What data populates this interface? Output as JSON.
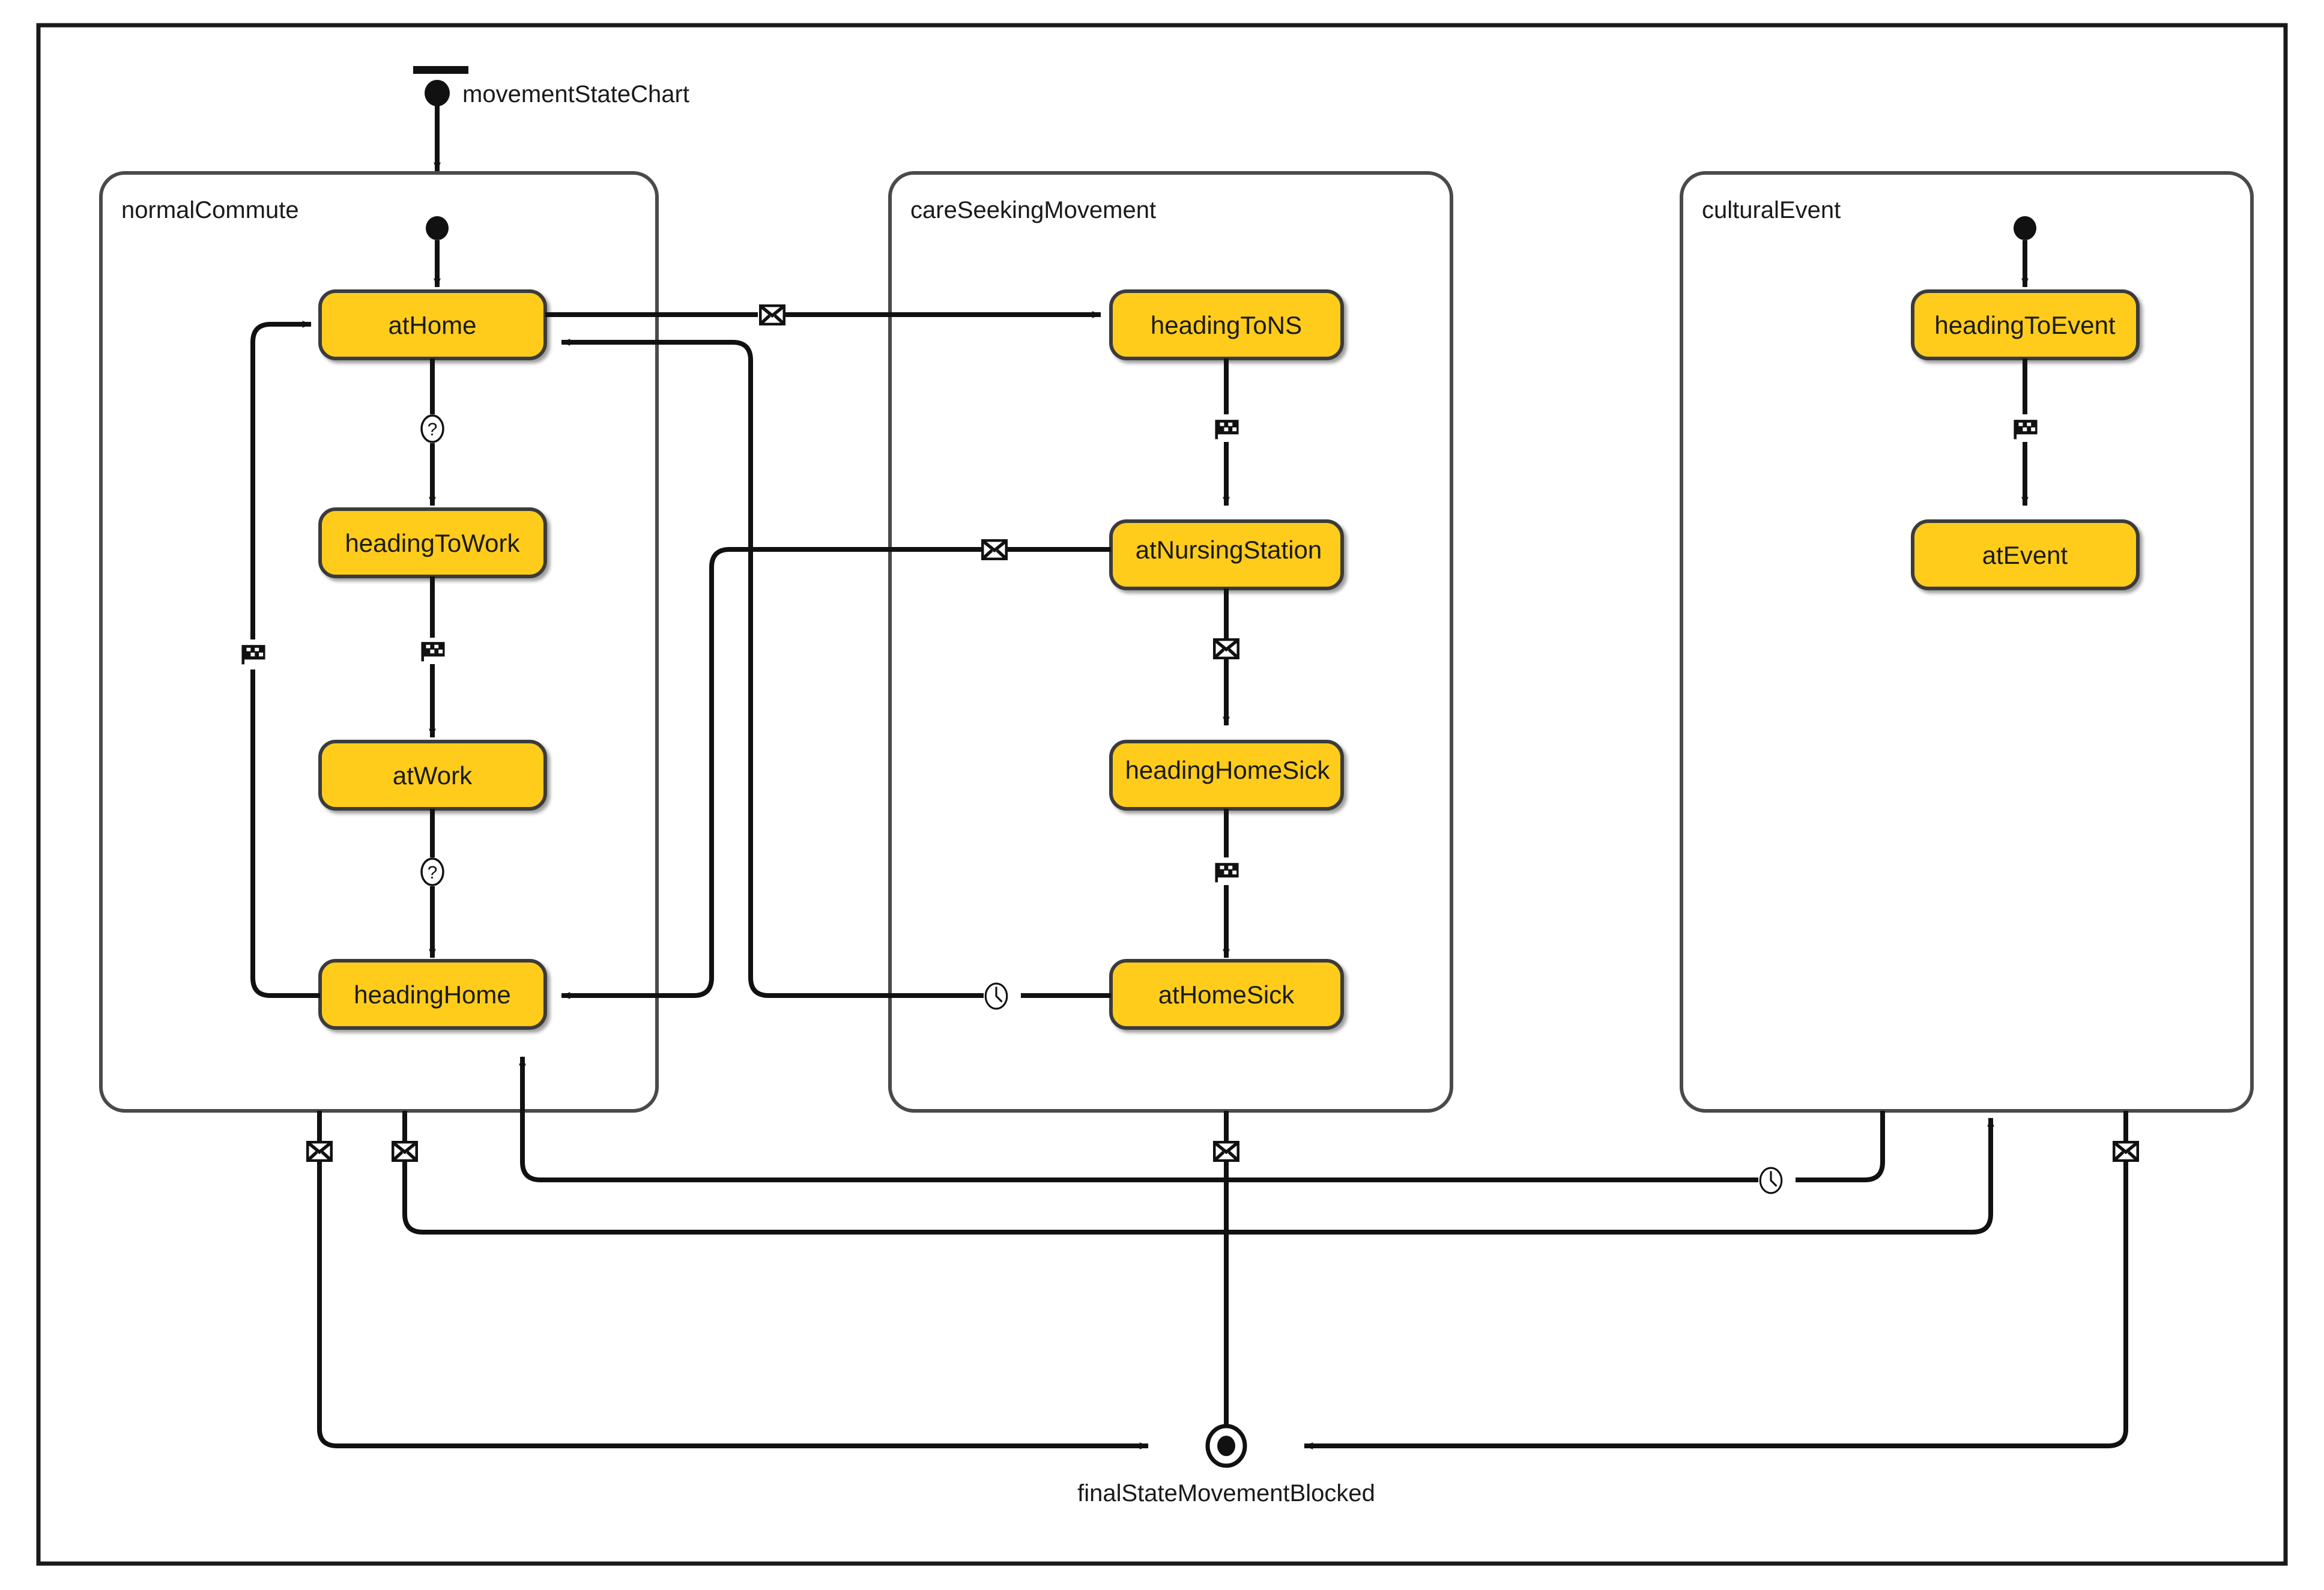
{
  "diagram": {
    "type": "uml-statechart",
    "title": "movementStateChart",
    "background": "#ffffff",
    "outer_border_color": "#1a1a1a",
    "state_fill": "#FFCC1A",
    "state_stroke": "#3a3a3a",
    "line_color": "#111111"
  },
  "root": {
    "initial_pseudostate_label": "movementStateChart",
    "final_state_label": "finalStateMovementBlocked"
  },
  "regions": [
    {
      "id": "normalCommute",
      "label": "normalCommute"
    },
    {
      "id": "careSeekingMovement",
      "label": "careSeekingMovement"
    },
    {
      "id": "culturalEvent",
      "label": "culturalEvent"
    }
  ],
  "states": [
    {
      "id": "atHome",
      "label": "atHome",
      "region": "normalCommute"
    },
    {
      "id": "headingToWork",
      "label": "headingToWork",
      "region": "normalCommute"
    },
    {
      "id": "atWork",
      "label": "atWork",
      "region": "normalCommute"
    },
    {
      "id": "headingHome",
      "label": "headingHome",
      "region": "normalCommute"
    },
    {
      "id": "headingToNS",
      "label": "headingToNS",
      "region": "careSeekingMovement"
    },
    {
      "id": "atNursingStation",
      "label": "atNursingStation",
      "region": "careSeekingMovement"
    },
    {
      "id": "headingHomeSick",
      "label": "headingHomeSick",
      "region": "careSeekingMovement"
    },
    {
      "id": "atHomeSick",
      "label": "atHomeSick",
      "region": "careSeekingMovement"
    },
    {
      "id": "headingToEvent",
      "label": "headingToEvent",
      "region": "culturalEvent"
    },
    {
      "id": "atEvent",
      "label": "atEvent",
      "region": "culturalEvent"
    }
  ],
  "trigger_icons": [
    {
      "id": "t1",
      "kind": "message-icon",
      "on": "atHome -> headingToNS"
    },
    {
      "id": "t2",
      "kind": "choice-icon",
      "on": "atHome -> headingToWork"
    },
    {
      "id": "t3",
      "kind": "checkered-flag-icon",
      "on": "headingToWork -> atWork"
    },
    {
      "id": "t4",
      "kind": "checkered-flag-icon",
      "on": "headingHome -> atHome"
    },
    {
      "id": "t5",
      "kind": "choice-icon",
      "on": "atWork -> headingHome"
    },
    {
      "id": "t6",
      "kind": "checkered-flag-icon",
      "on": "headingToNS -> atNursingStation"
    },
    {
      "id": "t7",
      "kind": "message-icon",
      "on": "atNursingStation -> headingHome"
    },
    {
      "id": "t8",
      "kind": "message-icon",
      "on": "atNursingStation -> headingHomeSick"
    },
    {
      "id": "t9",
      "kind": "checkered-flag-icon",
      "on": "headingHomeSick -> atHomeSick"
    },
    {
      "id": "t10",
      "kind": "timer-icon",
      "on": "atHomeSick -> headingHome"
    },
    {
      "id": "t11",
      "kind": "checkered-flag-icon",
      "on": "headingToEvent -> atEvent"
    },
    {
      "id": "t12",
      "kind": "message-icon",
      "on": "normalCommute -> finalStateMovementBlocked"
    },
    {
      "id": "t13",
      "kind": "message-icon",
      "on": "normalCommute -> headingHome"
    },
    {
      "id": "t14",
      "kind": "message-icon",
      "on": "careSeekingMovement -> finalStateMovementBlocked"
    },
    {
      "id": "t15",
      "kind": "timer-icon",
      "on": "culturalEvent -> headingHome"
    },
    {
      "id": "t16",
      "kind": "message-icon",
      "on": "culturalEvent -> finalStateMovementBlocked"
    }
  ]
}
